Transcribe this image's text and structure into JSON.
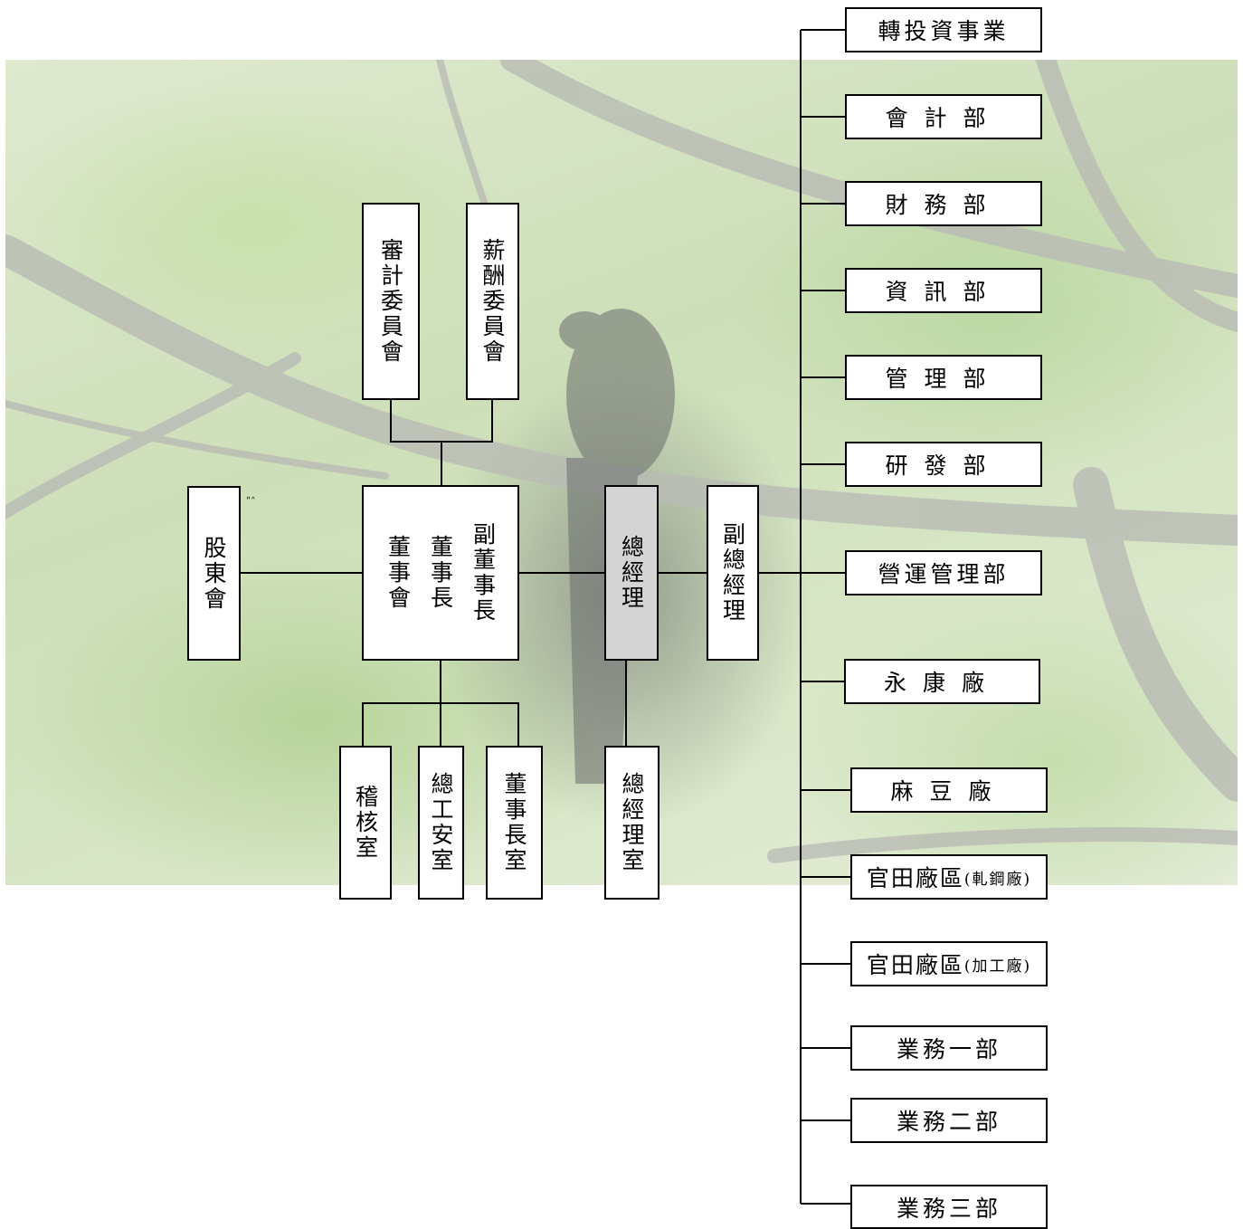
{
  "chart": {
    "shareholders": "股東會",
    "board": {
      "lines": [
        "副董事長",
        "董事長",
        "董事會"
      ]
    },
    "audit_committee": "審計委員會",
    "remuneration_committee": "薪酬委員會",
    "general_manager": "總經理",
    "deputy_general_manager": "副總經理",
    "internal_audit": "稽核室",
    "safety_office": "總工安室",
    "chairman_office": "董事長室",
    "gm_office": "總經理室",
    "stray_mark": "ʺ˄",
    "departments": [
      {
        "label": "轉投資事業"
      },
      {
        "label": "會計部"
      },
      {
        "label": "財務部"
      },
      {
        "label": "資訊部"
      },
      {
        "label": "管理部"
      },
      {
        "label": "研發部"
      },
      {
        "label": "營運管理部"
      },
      {
        "label": "永康廠"
      },
      {
        "label": "麻豆廠"
      },
      {
        "label": "官田廠區",
        "note": "(軋鋼廠)"
      },
      {
        "label": "官田廠區",
        "note": "(加工廠)"
      },
      {
        "label": "業務一部"
      },
      {
        "label": "業務二部"
      },
      {
        "label": "業務三部"
      }
    ]
  },
  "colors": {
    "box_fill_grey": "#d4d4d4",
    "box_fill_white": "#ffffff",
    "line": "#000000"
  }
}
